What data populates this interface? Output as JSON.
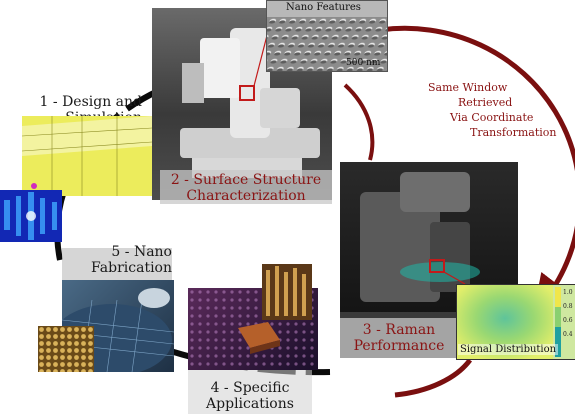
{
  "steps": [
    {
      "num": "1",
      "title_line1": "1 - Design and",
      "title_line2": "Simulation"
    },
    {
      "num": "2",
      "title_line1": "2 - Surface Structure",
      "title_line2": "Characterization"
    },
    {
      "num": "3",
      "title_line1": "3 - Raman",
      "title_line2": "Performance"
    },
    {
      "num": "4",
      "title_line1": "4 - Specific",
      "title_line2": "Applications"
    },
    {
      "num": "5",
      "title_line1": "5 - Nano",
      "title_line2": "Fabrication"
    }
  ],
  "nano_features": {
    "title": "Nano Features",
    "scale": "500 nm"
  },
  "transfer_note": [
    "Same Window",
    "Retrieved",
    "Via Coordinate",
    "Transformation"
  ],
  "signal_map": {
    "title": "Signal Distribution",
    "colorbar_ticks": [
      "1.0",
      "0.8",
      "0.6",
      "0.4"
    ]
  },
  "colors": {
    "cycle_arrow": "#0a0a0a",
    "transfer_arrow": "#7a0f0f",
    "label_red": "#8a1414"
  }
}
